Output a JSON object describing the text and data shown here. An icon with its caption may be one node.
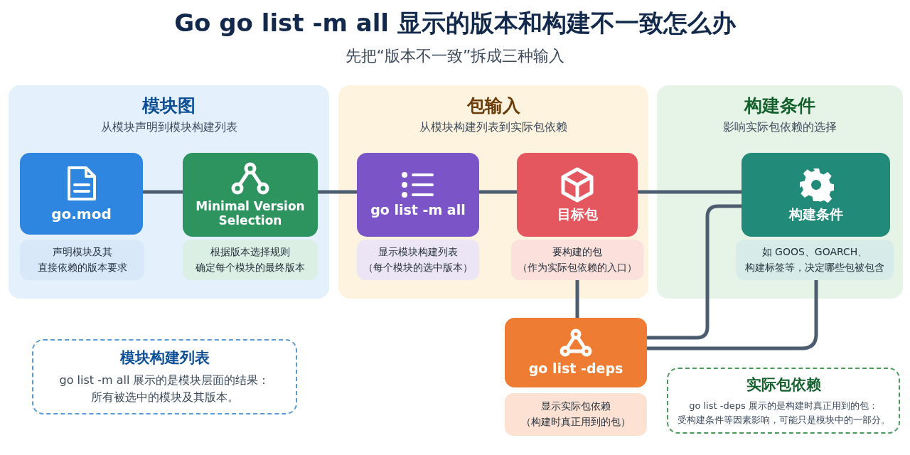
{
  "diagram": {
    "title": "Go go list -m all 显示的版本和构建不一致怎么办",
    "nodes": [
      {
        "text": [
          "模块图",
          "从模块声明到模块构建列表"
        ]
      },
      {
        "text": [
          "go.mod"
        ],
        "in": 0
      },
      {
        "text": [
          "声明模块及其直接依赖的版本要求"
        ],
        "in": 0
      },
      {
        "text": [
          "Minimal Version Selection"
        ],
        "in": 0
      },
      {
        "text": [
          "根据版本选择规则确定每个模块的最终版本"
        ],
        "in": 0
      },
      {
        "text": [
          "包输入",
          "从模块构建列表到实际包依赖"
        ]
      },
      {
        "text": [
          "go list -m all"
        ],
        "in": 5
      },
      {
        "text": [
          "显示模块构建列表（每个模块的选中版本）"
        ],
        "in": 5
      },
      {
        "text": [
          "目标包"
        ],
        "in": 5
      },
      {
        "text": [
          "要构建的包（作为实际包依赖的入口）"
        ],
        "in": 5
      },
      {
        "text": [
          "构建条件",
          "影响实际包依赖的选择"
        ]
      },
      {
        "text": [
          "构建条件"
        ],
        "in": 10
      },
      {
        "text": [
          "如 GOOS、GOARCH、构建标签等，决定哪些包被包含"
        ],
        "in": 10
      },
      {
        "text": [
          "go list -deps"
        ]
      },
      {
        "text": [
          "显示实际包依赖（构建时真正用到的包）"
        ]
      },
      {
        "text": [
          "模块构建列表",
          "go list -m all 展示的是模块层面的结果：所有被选中的模块及其版本。"
        ]
      },
      {
        "text": [
          "实际包依赖",
          "go list -deps 展示的是构建时真正用到的包：受构建条件等因素影响，可能只是模块中的一部分。"
        ]
      }
    ],
    "edges": [
      {
        "from": 1,
        "to": 3,
        "arrow": "none"
      },
      {
        "from": 3,
        "to": 6,
        "arrow": "none"
      },
      {
        "from": 6,
        "to": 8,
        "arrow": "none"
      },
      {
        "from": 8,
        "to": 11,
        "arrow": "none"
      },
      {
        "from": 9,
        "to": 13,
        "arrow": "none"
      },
      {
        "from": 11,
        "to": 13,
        "arrow": "none"
      },
      {
        "from": 12,
        "to": 13,
        "arrow": "none"
      }
    ],
    "labels": [
      "先把“版本不一致”拆成三种输入"
    ]
  }
}
